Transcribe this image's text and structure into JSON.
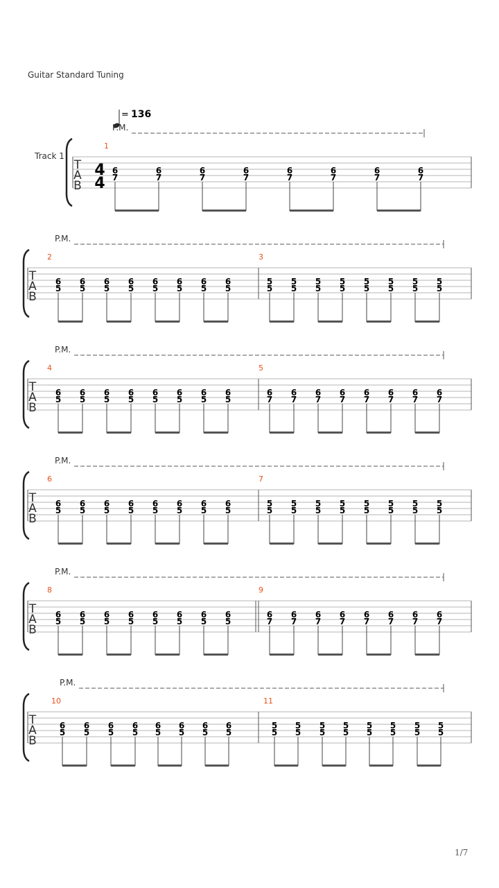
{
  "header": {
    "title": "Guitar Standard Tuning"
  },
  "tempo": {
    "symbol": "=",
    "bpm": "136"
  },
  "track_label": "Track 1",
  "clef": [
    "T",
    "A",
    "B"
  ],
  "time_signature": {
    "top": "4",
    "bottom": "4"
  },
  "pm_label": "P.M.",
  "systems": [
    {
      "measures": [
        {
          "number": "1",
          "frets": [
            "6",
            "7"
          ]
        }
      ]
    },
    {
      "measures": [
        {
          "number": "2",
          "frets": [
            "6",
            "5"
          ]
        },
        {
          "number": "3",
          "frets": [
            "5",
            "5"
          ]
        }
      ]
    },
    {
      "measures": [
        {
          "number": "4",
          "frets": [
            "6",
            "5"
          ]
        },
        {
          "number": "5",
          "frets": [
            "6",
            "7"
          ]
        }
      ]
    },
    {
      "measures": [
        {
          "number": "6",
          "frets": [
            "6",
            "5"
          ]
        },
        {
          "number": "7",
          "frets": [
            "5",
            "5"
          ]
        }
      ]
    },
    {
      "measures": [
        {
          "number": "8",
          "frets": [
            "6",
            "5"
          ]
        },
        {
          "number": "9",
          "frets": [
            "6",
            "7"
          ]
        }
      ]
    },
    {
      "measures": [
        {
          "number": "10",
          "frets": [
            "6",
            "5"
          ]
        },
        {
          "number": "11",
          "frets": [
            "5",
            "5"
          ]
        }
      ]
    }
  ],
  "page_number": "1/7",
  "colors": {
    "measure_number": "#e8501a",
    "staff_line": "#b4b4b4",
    "ink": "#222222"
  }
}
